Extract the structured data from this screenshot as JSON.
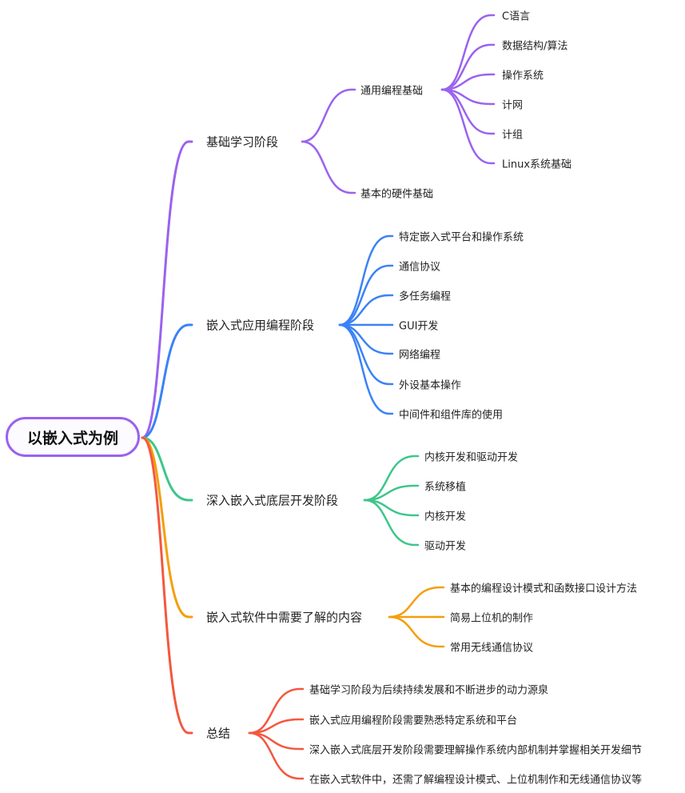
{
  "root": "以嵌入式为例",
  "branches": [
    {
      "label": "基础学习阶段",
      "color": "#9b62ee",
      "children": [
        {
          "label": "通用编程基础",
          "children": [
            "C语言",
            "数据结构/算法",
            "操作系统",
            "计网",
            "计组",
            "Linux系统基础"
          ]
        },
        {
          "label": "基本的硬件基础"
        }
      ]
    },
    {
      "label": "嵌入式应用编程阶段",
      "color": "#3b82f6",
      "children": [
        {
          "label": "特定嵌入式平台和操作系统"
        },
        {
          "label": "通信协议"
        },
        {
          "label": "多任务编程"
        },
        {
          "label": "GUI开发"
        },
        {
          "label": "网络编程"
        },
        {
          "label": "外设基本操作"
        },
        {
          "label": "中间件和组件库的使用"
        }
      ]
    },
    {
      "label": "深入嵌入式底层开发阶段",
      "color": "#3ec68a",
      "children": [
        {
          "label": "内核开发和驱动开发"
        },
        {
          "label": "系统移植"
        },
        {
          "label": "内核开发"
        },
        {
          "label": "驱动开发"
        }
      ]
    },
    {
      "label": "嵌入式软件中需要了解的内容",
      "color": "#f59e0b",
      "children": [
        {
          "label": "基本的编程设计模式和函数接口设计方法"
        },
        {
          "label": "简易上位机的制作"
        },
        {
          "label": "常用无线通信协议"
        }
      ]
    },
    {
      "label": "总结",
      "color": "#f4573f",
      "children": [
        {
          "label": "基础学习阶段为后续持续发展和不断进步的动力源泉"
        },
        {
          "label": "嵌入式应用编程阶段需要熟悉特定系统和平台"
        },
        {
          "label": "深入嵌入式底层开发阶段需要理解操作系统内部机制并掌握相关开发细节"
        },
        {
          "label": "在嵌入式软件中，还需了解编程设计模式、上位机制作和无线通信协议等"
        }
      ]
    }
  ]
}
